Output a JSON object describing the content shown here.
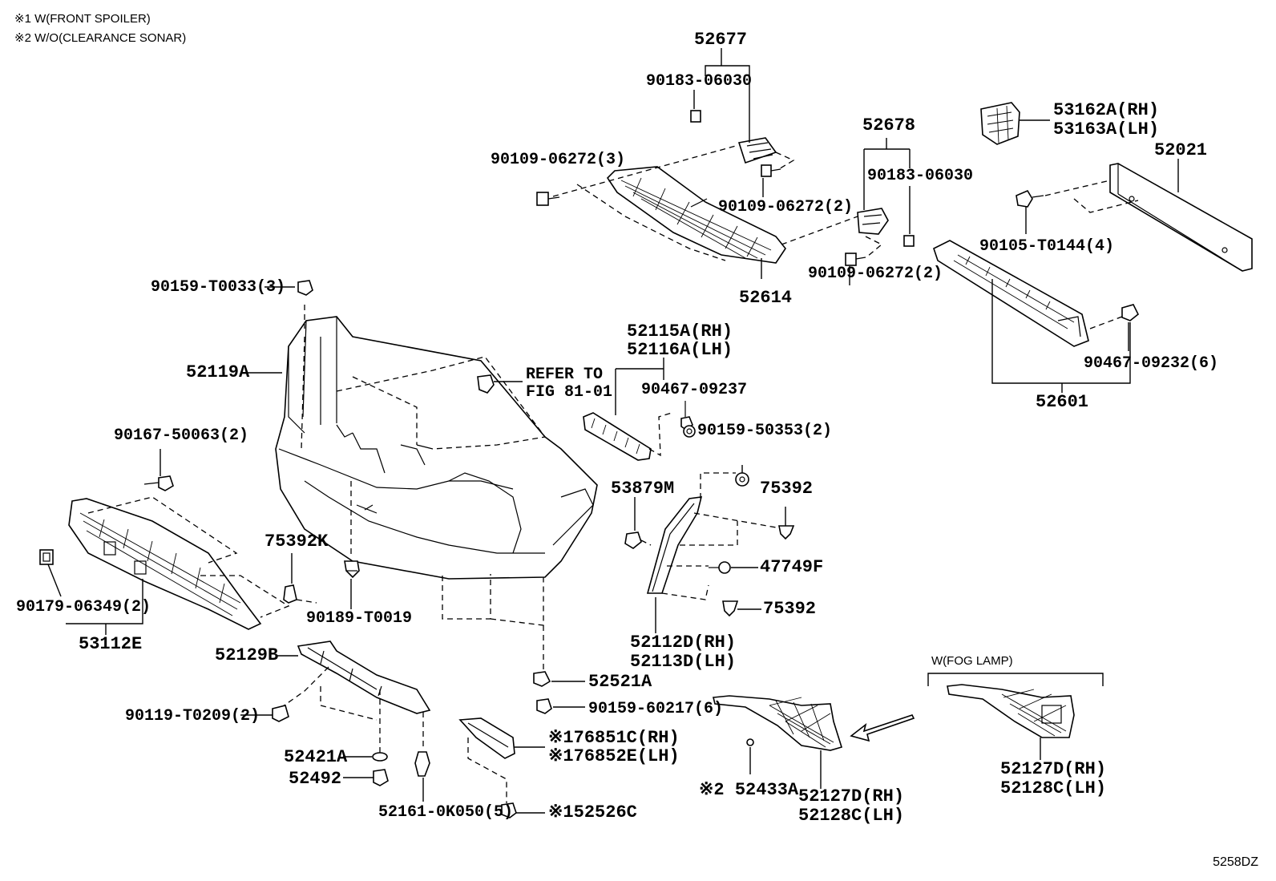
{
  "notes": [
    "※1 W(FRONT SPOILER)",
    "※2 W/O(CLEARANCE SONAR)"
  ],
  "labels": {
    "p52677": "52677",
    "p90183_a": "90183-06030",
    "p90109_3": "90109-06272(3)",
    "p90109_2a": "90109-06272(2)",
    "p52614": "52614",
    "p52678": "52678",
    "p90183_b": "90183-06030",
    "p90109_2b": "90109-06272(2)",
    "p53162": "53162A(RH)",
    "p53163": "53163A(LH)",
    "p52021": "52021",
    "p90105": "90105-T0144(4)",
    "p90467_6": "90467-09232(6)",
    "p52601": "52601",
    "p90159_3": "90159-T0033(3)",
    "p52119A": "52119A",
    "refer1": "REFER TO",
    "refer2": "FIG 81-01",
    "p52115": "52115A(RH)",
    "p52116": "52116A(LH)",
    "p90467": "90467-09237",
    "p90159_2": "90159-50353(2)",
    "p90167": "90167-50063(2)",
    "p53879": "53879M",
    "p75392a": "75392",
    "p75392K": "75392K",
    "p47749F": "47749F",
    "p90179": "90179-06349(2)",
    "p90189": "90189-T0019",
    "p75392b": "75392",
    "p53112E": "53112E",
    "p52112": "52112D(RH)",
    "p52113": "52113D(LH)",
    "p52129B": "52129B",
    "p52521A": "52521A",
    "fog": "W(FOG LAMP)",
    "p90119": "90119-T0209(2)",
    "p90159_6": "90159-60217(6)",
    "p76851": "※176851C(RH)",
    "p76852": "※176852E(LH)",
    "p52421A": "52421A",
    "p52492": "52492",
    "p52433A": "※2 52433A",
    "p52127a": "52127D(RH)",
    "p52128a": "52128C(LH)",
    "p52127b": "52127D(RH)",
    "p52128b": "52128C(LH)",
    "p52161": "52161-0K050(5)",
    "p52526C": "※152526C"
  },
  "diagram_code": "5258DZ"
}
